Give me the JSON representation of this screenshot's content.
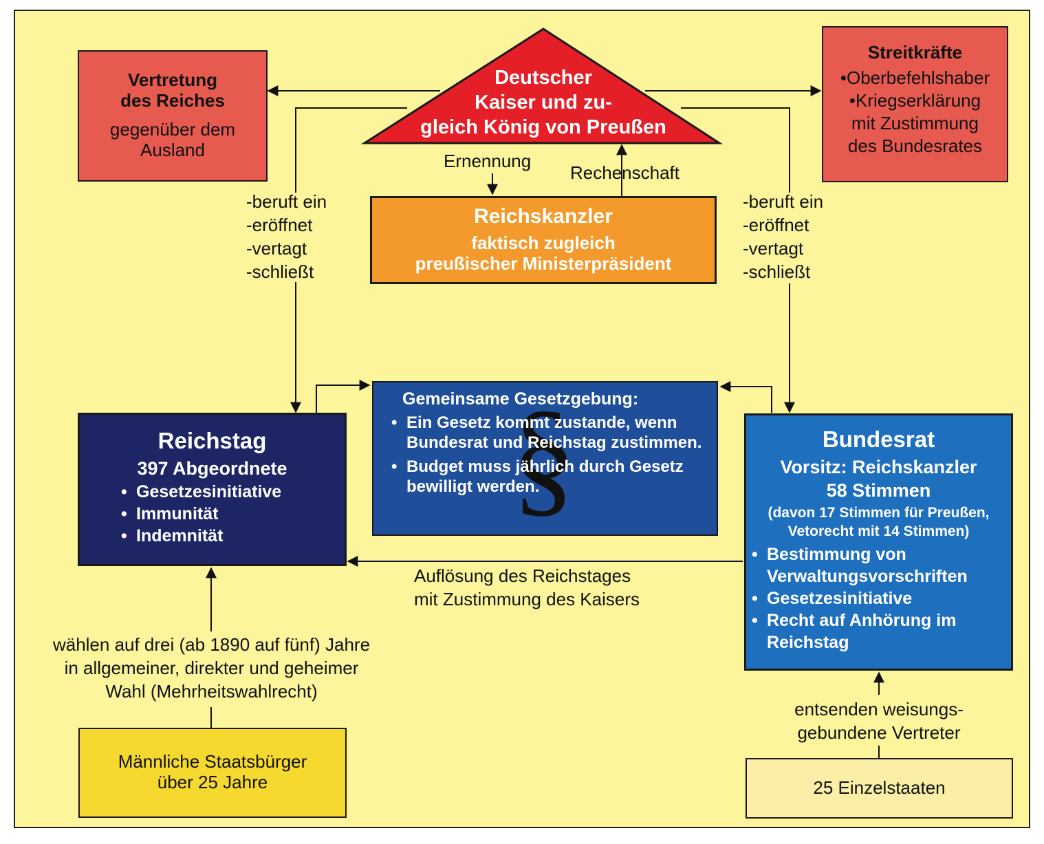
{
  "colors": {
    "background": "#fcf59b",
    "kaiser": "#e41f27",
    "vertretung": "#e65a50",
    "streitkraefte": "#e65a50",
    "kanzler": "#f49a2c",
    "reichstag": "#1d2564",
    "gesetzgebung": "#1f4f9a",
    "bundesrat": "#1f6fbf",
    "buerger": "#f6d92e",
    "einzelstaaten": "#fbeea6"
  },
  "kaiser": {
    "lines": [
      "Deutscher",
      "Kaiser und zu-",
      "gleich König von Preußen"
    ]
  },
  "vertretung": {
    "title": [
      "Vertretung",
      "des Reiches"
    ],
    "text": [
      "gegenüber dem",
      "Ausland"
    ]
  },
  "streitkraefte": {
    "title": "Streitkräfte",
    "items": [
      "•Oberbefehlshaber",
      "•Kriegserklärung",
      "mit Zustimmung",
      "des Bundesrates"
    ]
  },
  "labels": {
    "ernennung": "Ernennung",
    "rechenschaft": "Rechenschaft",
    "left_powers": [
      "-beruft ein",
      "-eröffnet",
      "-vertagt",
      "-schließt"
    ],
    "right_powers": [
      "-beruft ein",
      "-eröffnet",
      "-vertagt",
      "-schließt"
    ],
    "aufloesung": [
      "Auflösung des Reichstages",
      "mit Zustimmung des Kaisers"
    ],
    "waehlen": [
      "wählen auf drei (ab 1890 auf fünf) Jahre",
      "in allgemeiner, direkter und geheimer",
      "Wahl (Mehrheitswahlrecht)"
    ],
    "entsenden": [
      "entsenden weisungs-",
      "gebundene Vertreter"
    ]
  },
  "kanzler": {
    "title": "Reichskanzler",
    "lines": [
      "faktisch zugleich",
      "preußischer Ministerpräsident"
    ]
  },
  "reichstag": {
    "title": "Reichstag",
    "subtitle": "397 Abgeordnete",
    "items": [
      "Gesetzesinitiative",
      "Immunität",
      "Indemnität"
    ]
  },
  "gesetzgebung": {
    "title": "Gemeinsame Gesetzgebung:",
    "symbol": "§",
    "items": [
      "Ein Gesetz kommt zustande, wenn Bundesrat und Reichstag zustimmen.",
      "Budget muss jährlich durch Gesetz bewilligt werden."
    ]
  },
  "bundesrat": {
    "title": "Bundesrat",
    "sub1": "Vorsitz: Reichskanzler",
    "sub2": "58 Stimmen",
    "note": [
      "(davon 17 Stimmen für Preußen,",
      "Vetorecht mit 14 Stimmen)"
    ],
    "items": [
      "Bestimmung von Verwaltungsvorschriften",
      "Gesetzesinitiative",
      "Recht auf Anhörung im Reichstag"
    ]
  },
  "buerger": {
    "lines": [
      "Männliche Staatsbürger",
      "über 25 Jahre"
    ]
  },
  "einzelstaaten": {
    "text": "25 Einzelstaaten"
  }
}
